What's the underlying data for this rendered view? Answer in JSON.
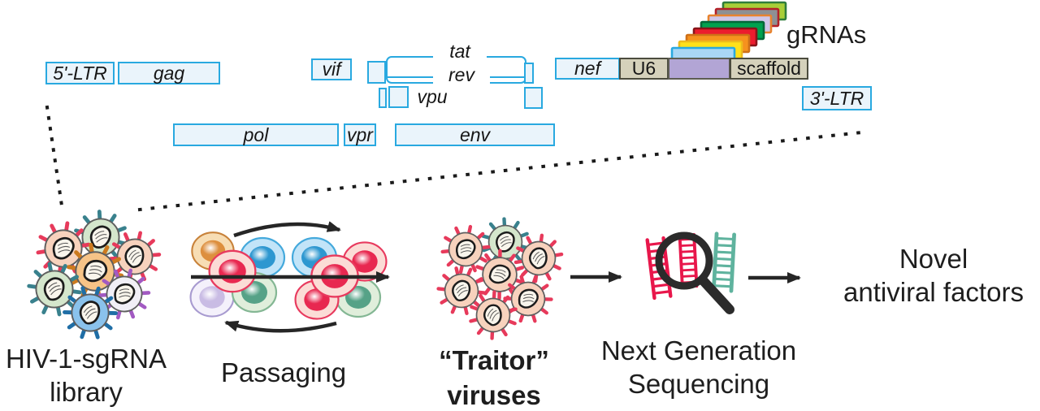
{
  "genome": {
    "ltr5": "5'-LTR",
    "gag": "gag",
    "pol": "pol",
    "vif": "vif",
    "vpr": "vpr",
    "vpu": "vpu",
    "tat": "tat",
    "rev": "rev",
    "env": "env",
    "nef": "nef",
    "u6": "U6",
    "scaffold": "scaffold",
    "ltr3": "3'-LTR",
    "grnas_label": "gRNAs"
  },
  "grna_stack": [
    {
      "name": "sky-blue",
      "fill": "#a9d7f5",
      "stroke": "#29a9e0"
    },
    {
      "name": "yellow",
      "fill": "#ffe11a",
      "stroke": "#edbb1d"
    },
    {
      "name": "orange",
      "fill": "#f6921e",
      "stroke": "#cf7018"
    },
    {
      "name": "red",
      "fill": "#ec1c2e",
      "stroke": "#871419"
    },
    {
      "name": "green",
      "fill": "#00a14f",
      "stroke": "#006838"
    },
    {
      "name": "lavender",
      "fill": "#cfc7e8",
      "stroke": "#e8832e"
    },
    {
      "name": "gray",
      "fill": "#8e9093",
      "stroke": "#b22028"
    },
    {
      "name": "olive",
      "fill": "#a8ce38",
      "stroke": "#2f7d3b"
    }
  ],
  "workflow": {
    "library": {
      "line1": "HIV-1-sgRNA",
      "line2": "library"
    },
    "passaging": {
      "label": "Passaging"
    },
    "traitor": {
      "line1": "“Traitor”",
      "line2": "viruses"
    },
    "ngs": {
      "line1": "Next Generation",
      "line2": "Sequencing"
    },
    "novel": {
      "line1": "Novel",
      "line2": "antiviral factors"
    }
  },
  "palettes": {
    "virus": {
      "peach": "--body:#f7d2bd;--spike:#e73a5b",
      "green": "--body:#d4e6cc;--spike:#39818d",
      "orange": "--body:#f6c387;--spike:#cc7a1f",
      "white": "--body:#f1eff6;--spike:#a25ac2",
      "blue": "--body:#8ac2ec;--spike:#1f6ea6"
    },
    "cell": {
      "orange": "--co:#f7ddb4;--cs:#c8823a;--ci:#dd8f3e",
      "blue": "--co:#c2e4f8;--cs:#44a9dc;--ci:#2d97d0",
      "pink": "--co:#fbdcd6;--cs:#e83a5e;--ci:#e82850",
      "lavender": "--co:#f4f1fb;--cs:#a89bd0;--ci:#c9bce4",
      "green": "--co:#e0eedb;--cs:#84b794;--ci:#56a287"
    }
  },
  "ngs_icon": {
    "ladder_red": "#e8174b",
    "ladder_teal": "#5fb39e",
    "magnifier": "#2b2b2b"
  },
  "colors": {
    "arrow": "#262626",
    "dots": "#1a1a1a",
    "gene_border": "#29a9e0",
    "gene_fill": "#eaf4fb",
    "cassette_fill": "#d5d1bb",
    "cassette_border": "#4c4c3e",
    "spacer_fill": "#b2a5d5"
  }
}
